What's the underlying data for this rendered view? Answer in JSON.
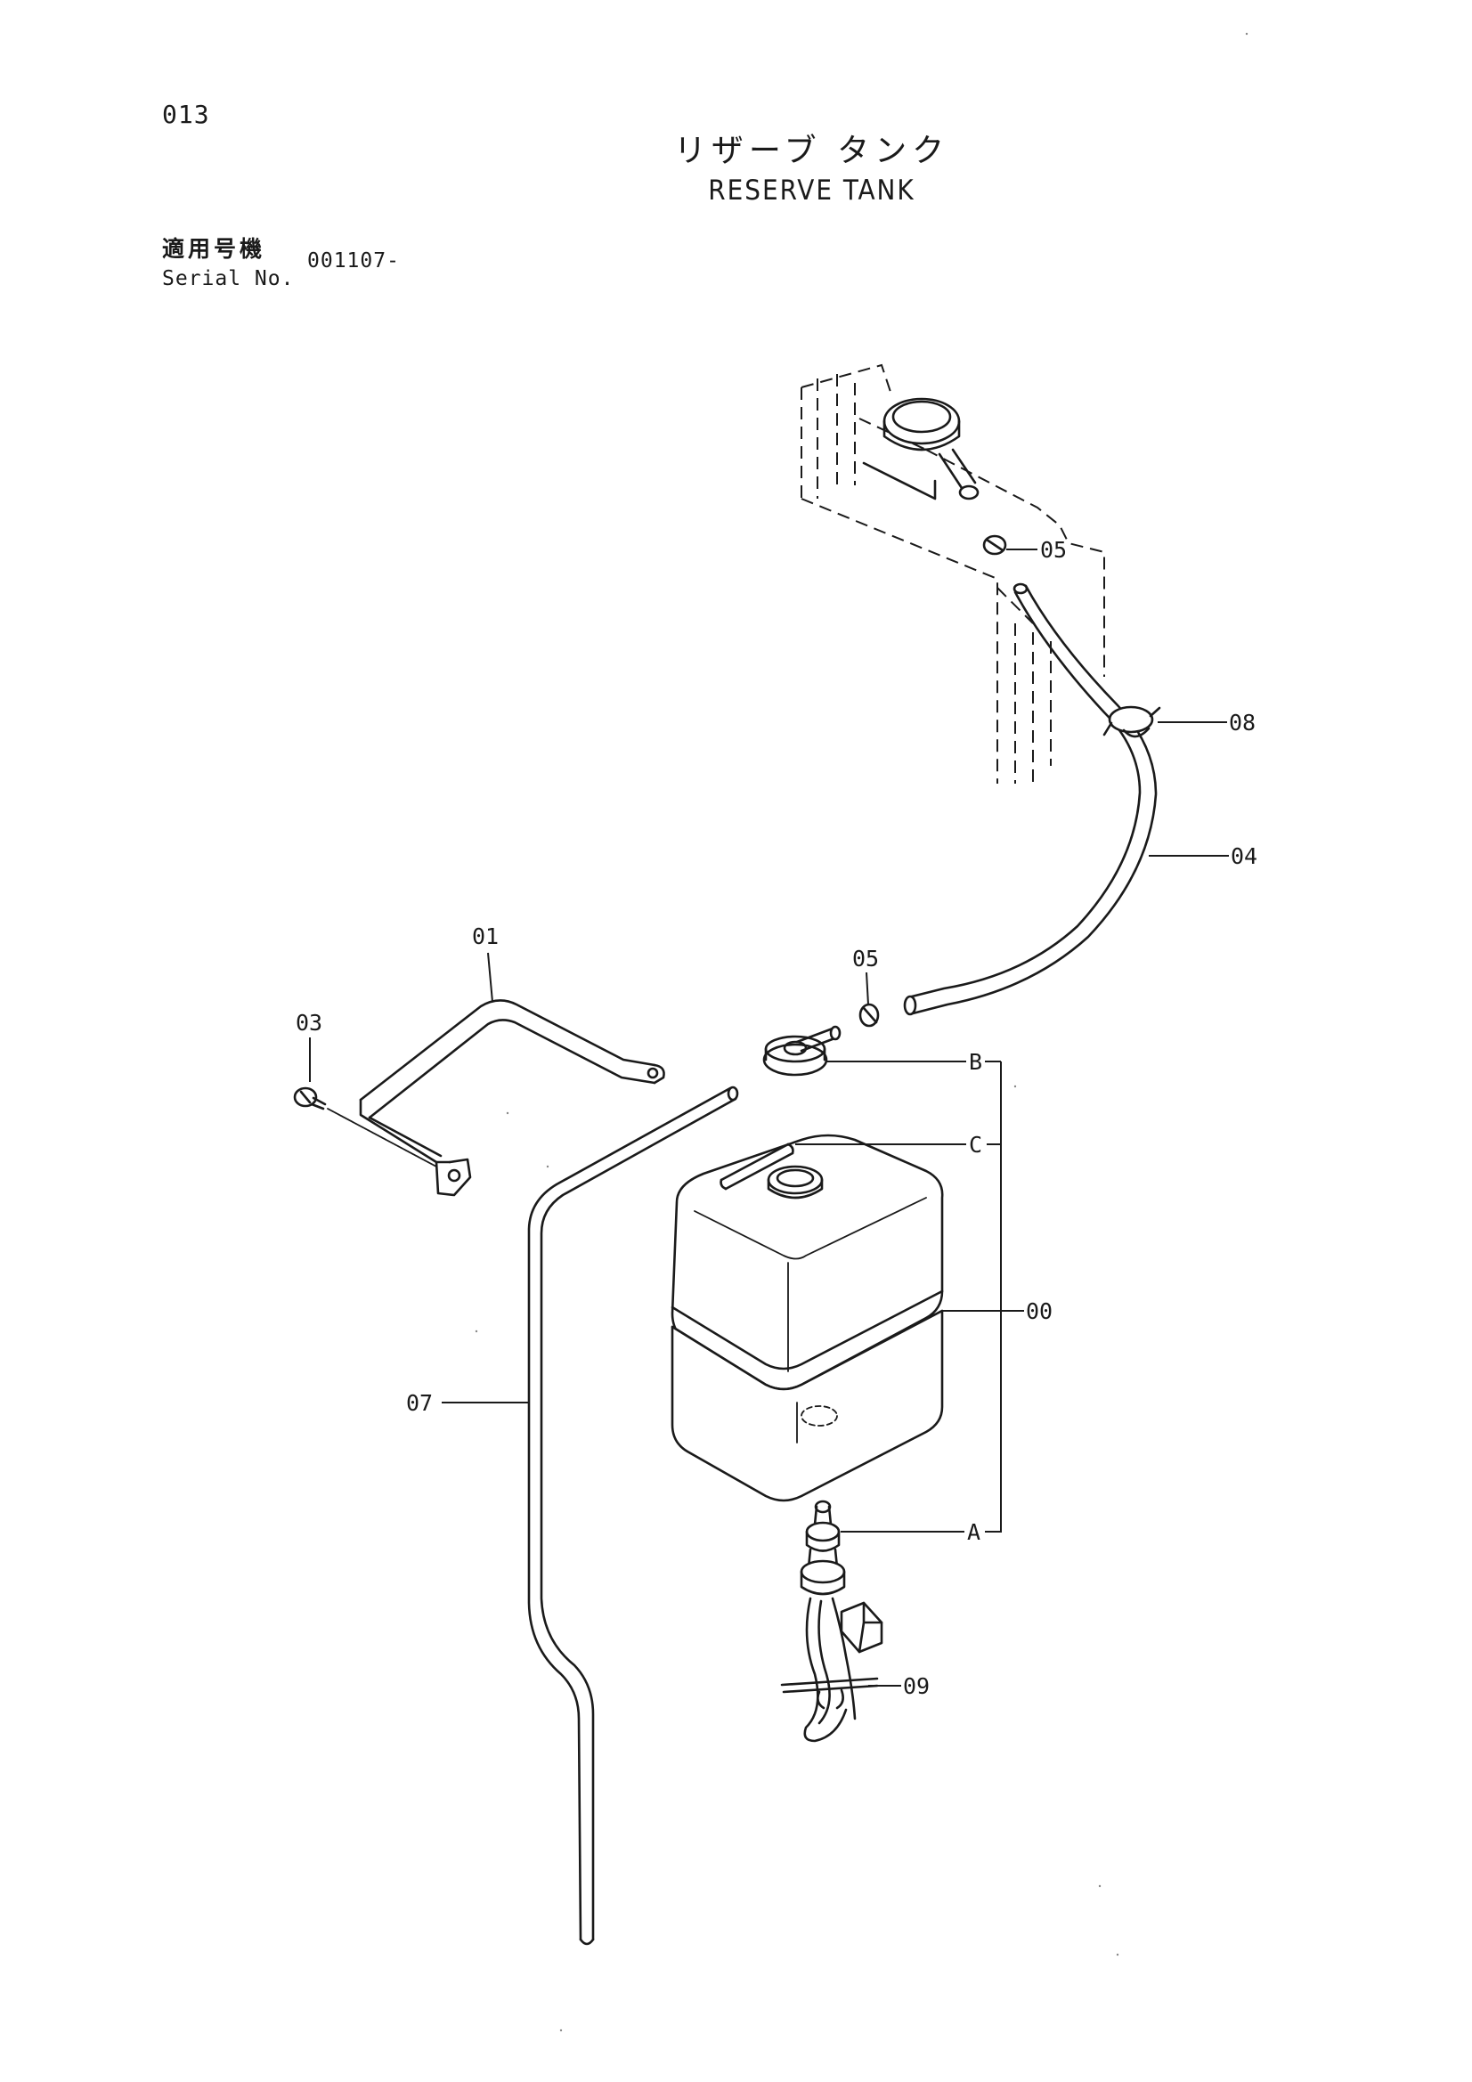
{
  "page_number": "013",
  "title": {
    "japanese": "リザーブ タンク",
    "english": "RESERVE TANK"
  },
  "serial": {
    "label_japanese": "適用号機",
    "label_english": "Serial No.",
    "value": "001107-"
  },
  "callouts": {
    "c05_top": "05",
    "c08": "08",
    "c04": "04",
    "c01": "01",
    "c05_mid": "05",
    "c03": "03",
    "cB": "B",
    "cC": "C",
    "c00": "00",
    "c07": "07",
    "cA": "A",
    "c09": "09"
  },
  "parts": [
    {
      "ref": "00",
      "part": "reserve-tank-assembly"
    },
    {
      "ref": "01",
      "part": "bracket"
    },
    {
      "ref": "03",
      "part": "bolt"
    },
    {
      "ref": "04",
      "part": "hose"
    },
    {
      "ref": "05",
      "part": "clamp"
    },
    {
      "ref": "07",
      "part": "pipe"
    },
    {
      "ref": "08",
      "part": "clip"
    },
    {
      "ref": "09",
      "part": "band"
    },
    {
      "ref": "A",
      "part": "level-switch"
    },
    {
      "ref": "B",
      "part": "cap"
    },
    {
      "ref": "C",
      "part": "tank"
    }
  ]
}
